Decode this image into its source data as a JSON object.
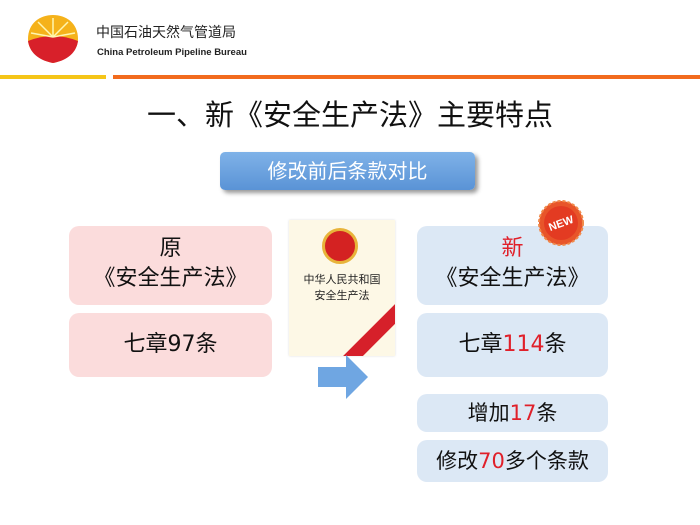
{
  "header": {
    "org_cn": "中国石油天然气管道局",
    "org_en": "China Petroleum Pipeline Bureau"
  },
  "title": "一、新《安全生产法》主要特点",
  "subtitle": "修改前后条款对比",
  "old": {
    "label": "原",
    "law": "《安全生产法》",
    "count_prefix": "七章",
    "count_num": "97",
    "count_suffix": "条"
  },
  "book": {
    "line1": "中华人民共和国",
    "line2": "安全生产法"
  },
  "new": {
    "badge": "NEW",
    "label": "新",
    "law": "《安全生产法》",
    "count_prefix": "七章",
    "count_num": "114",
    "count_suffix": "条"
  },
  "added": {
    "prefix": "增加",
    "num": "17",
    "suffix": "条"
  },
  "modified": {
    "prefix": "修改",
    "num": "70",
    "suffix": "多个条款"
  },
  "colors": {
    "accent_red": "#e0202a",
    "blue": "#dce8f5",
    "pink": "#fbdcdc"
  }
}
